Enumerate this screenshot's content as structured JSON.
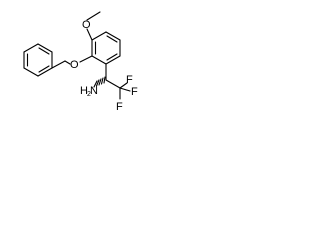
{
  "molecule": {
    "atoms": {
      "methoxy_oxygen": "O",
      "ether_oxygen": "O",
      "amine_nitrogen": "H",
      "amine_subscript": "2",
      "amine_tail": "N",
      "fluorine_top": "F",
      "fluorine_right": "F",
      "fluorine_bottom": "F"
    },
    "stereo_wedge": "hashed"
  }
}
